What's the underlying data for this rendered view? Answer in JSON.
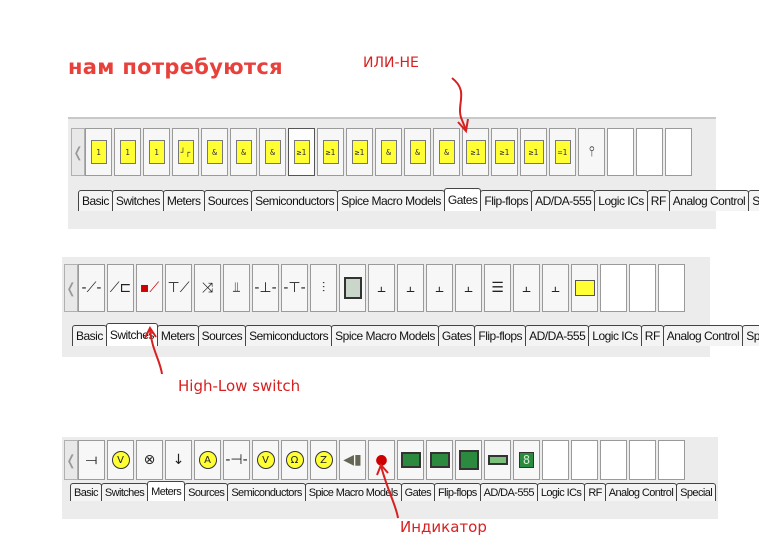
{
  "heading": "нам потребуются",
  "annotations": {
    "nor_gate": "ИЛИ-НЕ",
    "high_low_switch": "High-Low switch",
    "indicator": "Индикатор"
  },
  "tabs": [
    "Basic",
    "Switches",
    "Meters",
    "Sources",
    "Semiconductors",
    "Spice Macro Models",
    "Gates",
    "Flip-flops",
    "AD/DA-555",
    "Logic ICs",
    "RF",
    "Analog Control",
    "Special"
  ],
  "panels": [
    {
      "active_tab": "Gates",
      "chip_labels": [
        "1",
        "1",
        "1",
        "┘┌",
        "&",
        "&",
        "&",
        "≥1",
        "≥1",
        "≥1",
        "&",
        "&",
        "&",
        "≥1",
        "≥1",
        "≥1",
        "=1"
      ]
    },
    {
      "active_tab": "Switches"
    },
    {
      "active_tab": "Meters",
      "meter_labels": [
        "V",
        "A",
        "V",
        "Ω",
        "Z"
      ],
      "display_digit": "8"
    }
  ],
  "colors": {
    "heading": "#e8413c",
    "annotation": "#d82020",
    "chip": "#ffff33"
  }
}
